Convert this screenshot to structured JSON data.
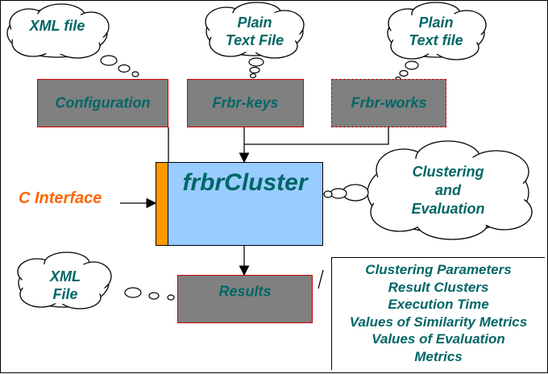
{
  "clouds": {
    "config_format": "XML file",
    "keys_format": [
      "Plain",
      "Text File"
    ],
    "works_format": [
      "Plain",
      "Text file"
    ],
    "process": [
      "Clustering",
      "and",
      "Evaluation"
    ],
    "output_format": [
      "XML",
      "File"
    ]
  },
  "inputs": {
    "configuration": "Configuration",
    "frbr_keys": "Frbr-keys",
    "frbr_works": "Frbr-works"
  },
  "main_component": "frbrCluster",
  "interface_label": "C Interface",
  "results": "Results",
  "output_items": [
    "Clustering Parameters",
    "Result Clusters",
    "Execution Time",
    "Values of Similarity Metrics",
    "Values of Evaluation",
    "Metrics"
  ],
  "colors": {
    "text": "#006666",
    "box_fill": "#808080",
    "box_border": "#cc0000",
    "main_fill": "#99ccff",
    "interface_bar": "#ff9900",
    "interface_text": "#ff6600"
  }
}
